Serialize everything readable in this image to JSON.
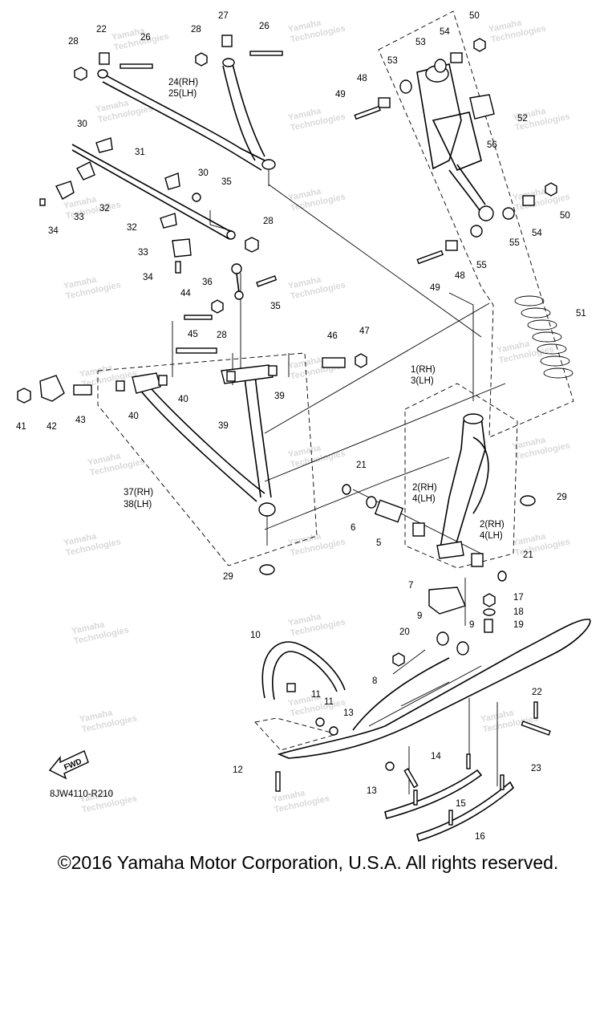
{
  "diagram_code": "8JW4110-R210",
  "fwd_label": "FWD",
  "copyright": "©2016 Yamaha Motor Corporation, U.S.A. All rights reserved.",
  "watermark_line1": "Yamaha",
  "watermark_line2": "Technologies",
  "callouts": {
    "c1_3": [
      "1(RH)",
      "3(LH)"
    ],
    "c2_4a": [
      "2(RH)",
      "4(LH)"
    ],
    "c2_4b": [
      "2(RH)",
      "4(LH)"
    ],
    "c24_25": [
      "24(RH)",
      "25(LH)"
    ],
    "c37_38": [
      "37(RH)",
      "38(LH)"
    ],
    "n5": "5",
    "n6": "6",
    "n7": "7",
    "n8": "8",
    "n9a": "9",
    "n9b": "9",
    "n10": "10",
    "n11a": "11",
    "n11b": "11",
    "n12": "12",
    "n13a": "13",
    "n13b": "13",
    "n14": "14",
    "n15": "15",
    "n16": "16",
    "n17": "17",
    "n18": "18",
    "n19": "19",
    "n20": "20",
    "n21a": "21",
    "n21b": "21",
    "n22a": "22",
    "n22b": "22",
    "n23": "23",
    "n26a": "26",
    "n26b": "26",
    "n27": "27",
    "n28a": "28",
    "n28b": "28",
    "n28c": "28",
    "n28d": "28",
    "n29a": "29",
    "n29b": "29",
    "n30a": "30",
    "n30b": "30",
    "n31": "31",
    "n32a": "32",
    "n32b": "32",
    "n33a": "33",
    "n33b": "33",
    "n34a": "34",
    "n34b": "34",
    "n35a": "35",
    "n35b": "35",
    "n36": "36",
    "n39a": "39",
    "n39b": "39",
    "n40a": "40",
    "n40b": "40",
    "n41": "41",
    "n42": "42",
    "n43": "43",
    "n44": "44",
    "n45": "45",
    "n46": "46",
    "n47": "47",
    "n48a": "48",
    "n48b": "48",
    "n49a": "49",
    "n49b": "49",
    "n50a": "50",
    "n50b": "50",
    "n51": "51",
    "n52": "52",
    "n53a": "53",
    "n53b": "53",
    "n54a": "54",
    "n54b": "54",
    "n55a": "55",
    "n55b": "55",
    "n56": "56"
  }
}
